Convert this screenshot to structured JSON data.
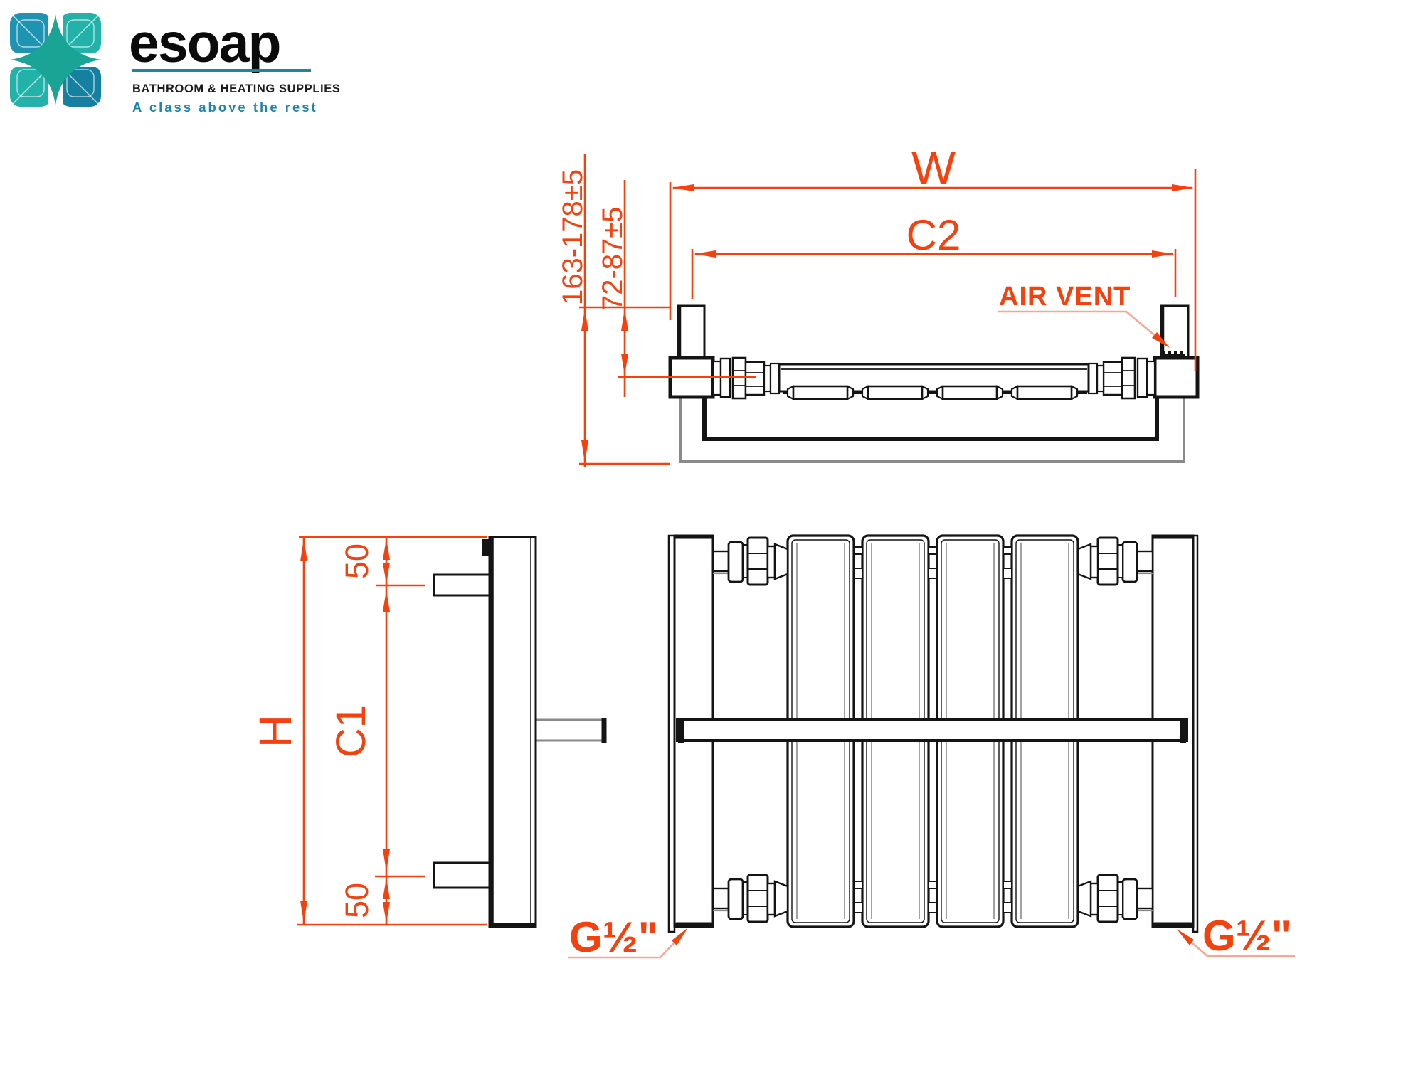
{
  "logo": {
    "brand": "esoap",
    "tagline": "BATHROOM & HEATING SUPPLIES",
    "slogan": "A class above the rest"
  },
  "labels": {
    "width": "W",
    "centers_horizontal": "C2",
    "air_vent": "AIR VENT",
    "wall_distance": "163-178±5",
    "pipe_wall_distance": "72-87±5",
    "height": "H",
    "centers_vertical": "C1",
    "offset_top": "50",
    "offset_bottom": "50",
    "thread_left": "G½\"",
    "thread_right": "G½\""
  },
  "colors": {
    "dim": "#f5410e",
    "leader": "#f8a68f",
    "ink": "#141414",
    "gray": "#8a8a8a",
    "teal": "#1aa496",
    "tealblue": "#1b87a8",
    "brand": "#0b0b0b"
  }
}
